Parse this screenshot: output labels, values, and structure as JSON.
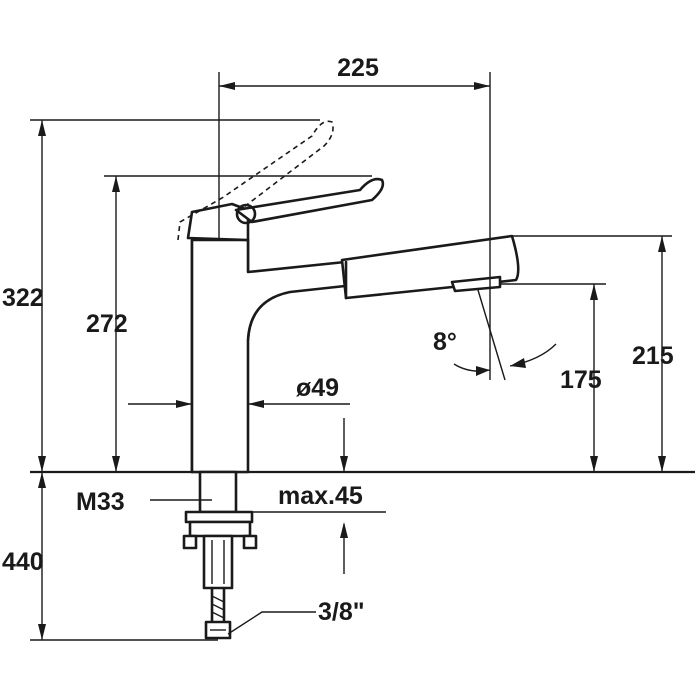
{
  "dimensions": {
    "width_225": "225",
    "height_322": "322",
    "height_272": "272",
    "spout_215": "215",
    "spout_175": "175",
    "angle_8": "8°",
    "diameter_49": "ø49",
    "thread_m33": "M33",
    "max_45": "max.45",
    "depth_440": "440",
    "hose_3_8": "3/8\""
  }
}
